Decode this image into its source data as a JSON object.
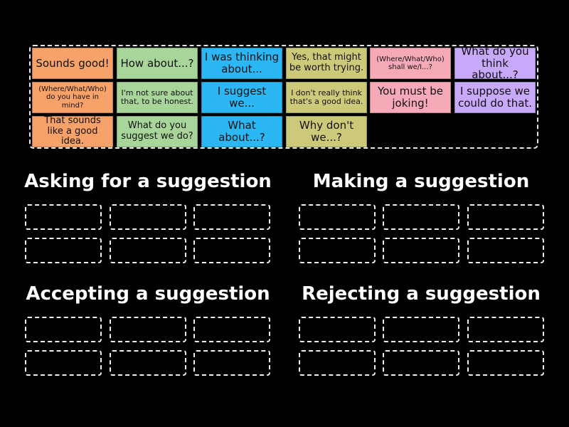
{
  "colors": {
    "orange": "#f7a26a",
    "green": "#a8d69a",
    "blue": "#2ab7f3",
    "olive": "#cdc97a",
    "pink": "#f6aab7",
    "purple": "#c8a8f8"
  },
  "cards": [
    {
      "text": "Sounds good!",
      "color": "orange"
    },
    {
      "text": "How about...?",
      "color": "green"
    },
    {
      "text": "I was thinking about...",
      "color": "blue"
    },
    {
      "text": "Yes, that might be worth trying.",
      "color": "olive"
    },
    {
      "text": "(Where/What/Who) shall we/I...?",
      "color": "pink"
    },
    {
      "text": "What do you think about...?",
      "color": "purple"
    },
    {
      "text": "(Where/What/Who) do you have in mind?",
      "color": "orange"
    },
    {
      "text": "I'm not sure about that, to be honest.",
      "color": "green"
    },
    {
      "text": "I suggest we...",
      "color": "blue"
    },
    {
      "text": "I don't really think that's a good idea.",
      "color": "olive"
    },
    {
      "text": "You must be joking!",
      "color": "pink"
    },
    {
      "text": "I suppose we could do that.",
      "color": "purple"
    },
    {
      "text": "That sounds like a good idea.",
      "color": "orange"
    },
    {
      "text": "What do you suggest we do?",
      "color": "green"
    },
    {
      "text": "What about...?",
      "color": "blue"
    },
    {
      "text": "Why don't we...?",
      "color": "olive"
    }
  ],
  "groups": [
    {
      "title": "Asking for a suggestion"
    },
    {
      "title": "Making a suggestion"
    },
    {
      "title": "Accepting a suggestion"
    },
    {
      "title": "Rejecting a suggestion"
    }
  ]
}
